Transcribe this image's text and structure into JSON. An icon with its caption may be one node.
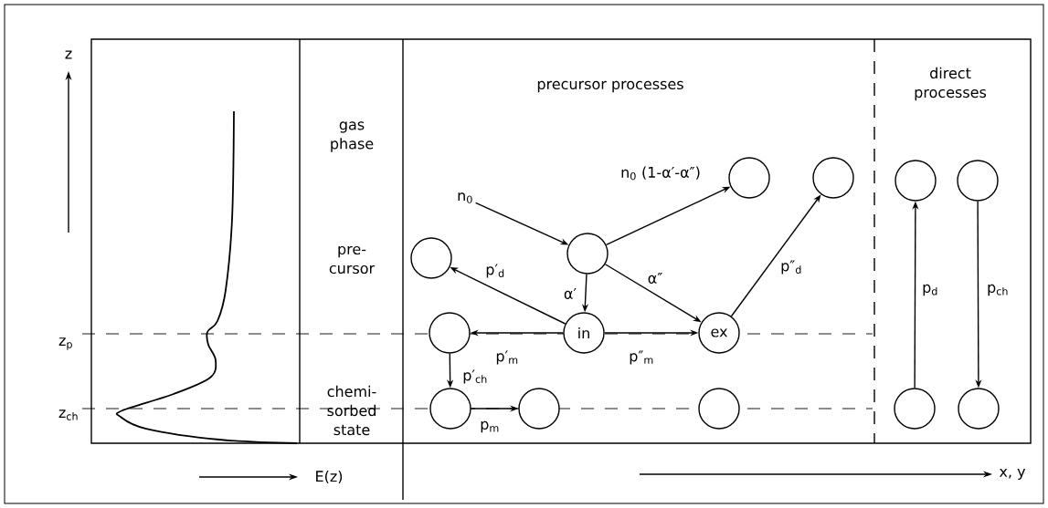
{
  "diagram": {
    "nodes": [
      {
        "text": [
          "n$_{0}$"
        ]
      },
      {
        "text": [],
        "shape": "circle"
      },
      {
        "text": [],
        "shape": "circle"
      },
      {
        "text": [],
        "shape": "circle"
      },
      {
        "text": [],
        "shape": "circle"
      },
      {
        "text": [
          "in"
        ]
      },
      {
        "text": [
          "ex"
        ]
      },
      {
        "text": [],
        "shape": "circle"
      },
      {
        "text": [],
        "shape": "circle"
      },
      {
        "text": [],
        "shape": "circle"
      },
      {
        "text": [],
        "shape": "circle"
      },
      {
        "text": [],
        "shape": "circle"
      },
      {
        "text": [],
        "shape": "circle"
      },
      {
        "text": [],
        "shape": "circle"
      },
      {
        "text": [],
        "shape": "circle"
      }
    ],
    "edges": [
      {
        "from": 0,
        "to": 1,
        "arrow": "to"
      },
      {
        "from": 1,
        "to": 2,
        "arrow": "to",
        "label": "n$_{0}$ (1-α′-α″)"
      },
      {
        "from": 1,
        "to": 5,
        "arrow": "to",
        "label": "α′"
      },
      {
        "from": 1,
        "to": 6,
        "arrow": "to",
        "label": "α″"
      },
      {
        "from": 5,
        "to": 4,
        "arrow": "to",
        "label": "p′$_{d}$"
      },
      {
        "from": 5,
        "to": 7,
        "arrow": "to",
        "label": "p′$_{m}$"
      },
      {
        "from": 5,
        "to": 6,
        "arrow": "to",
        "label": "p″$_{m}$"
      },
      {
        "from": 6,
        "to": 3,
        "arrow": "to",
        "label": "p″$_{d}$"
      },
      {
        "from": 7,
        "to": 8,
        "arrow": "to",
        "label": "p′$_{ch}$"
      },
      {
        "from": 8,
        "to": 9,
        "arrow": "to",
        "label": "p$_{m}$"
      },
      {
        "from": 13,
        "to": 11,
        "arrow": "to",
        "label": "p$_{d}$"
      },
      {
        "from": 12,
        "to": 14,
        "arrow": "to",
        "label": "p$_{ch}$"
      }
    ],
    "labels": [
      "z",
      "direct processes",
      "precursor processes",
      "gas phase",
      "pre- cursor",
      "z$_{p}$",
      "chemi- sorbed state",
      "z$_{ch}$",
      "E(z)",
      "x, y"
    ]
  }
}
